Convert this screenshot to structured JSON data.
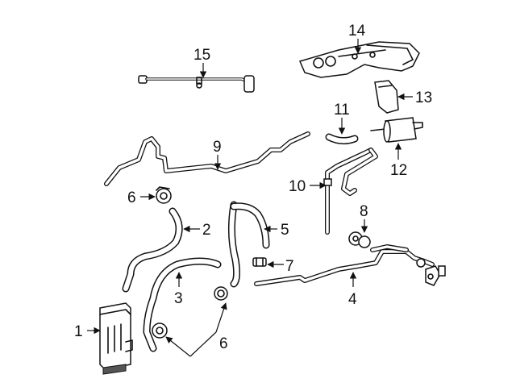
{
  "diagram": {
    "callouts": [
      {
        "id": "1",
        "text": "1"
      },
      {
        "id": "2",
        "text": "2"
      },
      {
        "id": "3",
        "text": "3"
      },
      {
        "id": "4",
        "text": "4"
      },
      {
        "id": "5",
        "text": "5"
      },
      {
        "id": "6a",
        "text": "6"
      },
      {
        "id": "6b",
        "text": "6"
      },
      {
        "id": "7",
        "text": "7"
      },
      {
        "id": "8",
        "text": "8"
      },
      {
        "id": "9",
        "text": "9"
      },
      {
        "id": "10",
        "text": "10"
      },
      {
        "id": "11",
        "text": "11"
      },
      {
        "id": "12",
        "text": "12"
      },
      {
        "id": "13",
        "text": "13"
      },
      {
        "id": "14",
        "text": "14"
      },
      {
        "id": "15",
        "text": "15"
      }
    ]
  }
}
